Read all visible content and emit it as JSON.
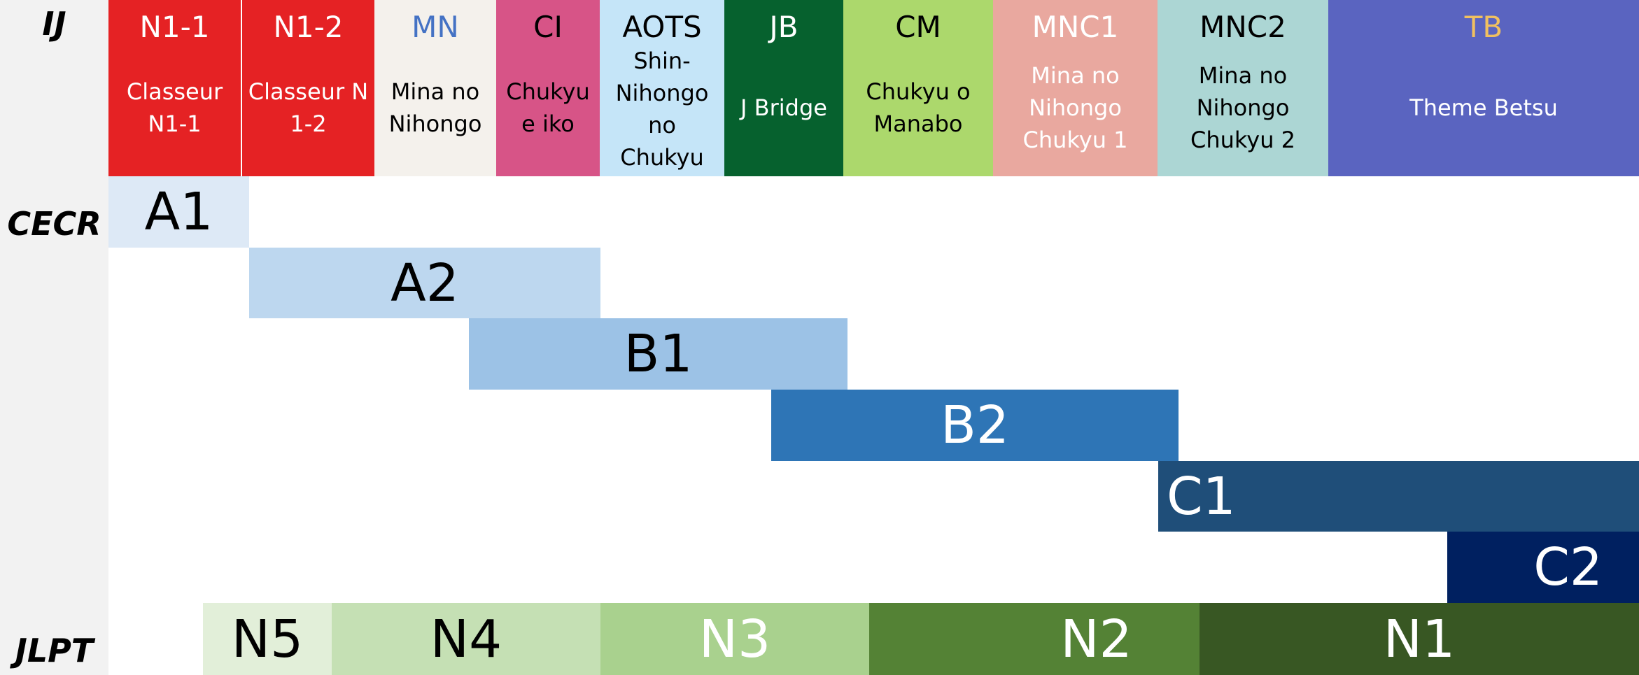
{
  "rows": {
    "ij": "IJ",
    "cecr": "CECR",
    "jlpt": "JLPT"
  },
  "books": [
    {
      "code": "N1-1",
      "name": "Classeur N1-1",
      "bg": "#e52224",
      "code_color": "#ffffff",
      "name_color": "#ffffff"
    },
    {
      "code": "N1-2",
      "name": "Classeur N 1-2",
      "bg": "#e52224",
      "code_color": "#ffffff",
      "name_color": "#ffffff"
    },
    {
      "code": "MN",
      "name": "Mina no Nihongo",
      "bg": "#f4f1ec",
      "code_color": "#4472c4",
      "name_color": "#000000"
    },
    {
      "code": "CI",
      "name": "Chukyu e iko",
      "bg": "#d75487",
      "code_color": "#000000",
      "name_color": "#000000"
    },
    {
      "code": "AOTS",
      "name": "Shin-Nihongo no Chukyu",
      "bg": "#c5e5f8",
      "code_color": "#000000",
      "name_color": "#000000"
    },
    {
      "code": "JB",
      "name": "J Bridge",
      "bg": "#06612e",
      "code_color": "#ffffff",
      "name_color": "#ffffff"
    },
    {
      "code": "CM",
      "name": "Chukyu o Manabo",
      "bg": "#acd86c",
      "code_color": "#000000",
      "name_color": "#000000"
    },
    {
      "code": "MNC1",
      "name": "Mina no Nihongo Chukyu 1",
      "bg": "#e9a89f",
      "code_color": "#ffffff",
      "name_color": "#ffffff"
    },
    {
      "code": "MNC2",
      "name": "Mina no Nihongo Chukyu 2",
      "bg": "#acd6d4",
      "code_color": "#000000",
      "name_color": "#000000"
    },
    {
      "code": "TB",
      "name": "Theme Betsu",
      "bg": "#5a64c0",
      "code_color": "#f0c060",
      "name_color": "#ffffff"
    }
  ],
  "cecr_levels": [
    {
      "label": "A1",
      "bg": "#dde9f6",
      "color": "#000000"
    },
    {
      "label": "A2",
      "bg": "#bdd7ef",
      "color": "#000000"
    },
    {
      "label": "B1",
      "bg": "#9cc2e6",
      "color": "#000000"
    },
    {
      "label": "B2",
      "bg": "#2e75b6",
      "color": "#ffffff"
    },
    {
      "label": "C1",
      "bg": "#1f4e79",
      "color": "#ffffff"
    },
    {
      "label": "C2",
      "bg": "#002060",
      "color": "#ffffff"
    }
  ],
  "jlpt_levels": [
    {
      "label": "N5",
      "bg": "#e2efd9",
      "color": "#000000"
    },
    {
      "label": "N4",
      "bg": "#c5e0b4",
      "color": "#000000"
    },
    {
      "label": "N3",
      "bg": "#a9d18e",
      "color": "#ffffff"
    },
    {
      "label": "",
      "bg": "#548235",
      "color": "#ffffff"
    },
    {
      "label": "N2",
      "bg": "#548235",
      "color": "#ffffff"
    },
    {
      "label": "N1",
      "bg": "#385723",
      "color": "#ffffff"
    }
  ]
}
